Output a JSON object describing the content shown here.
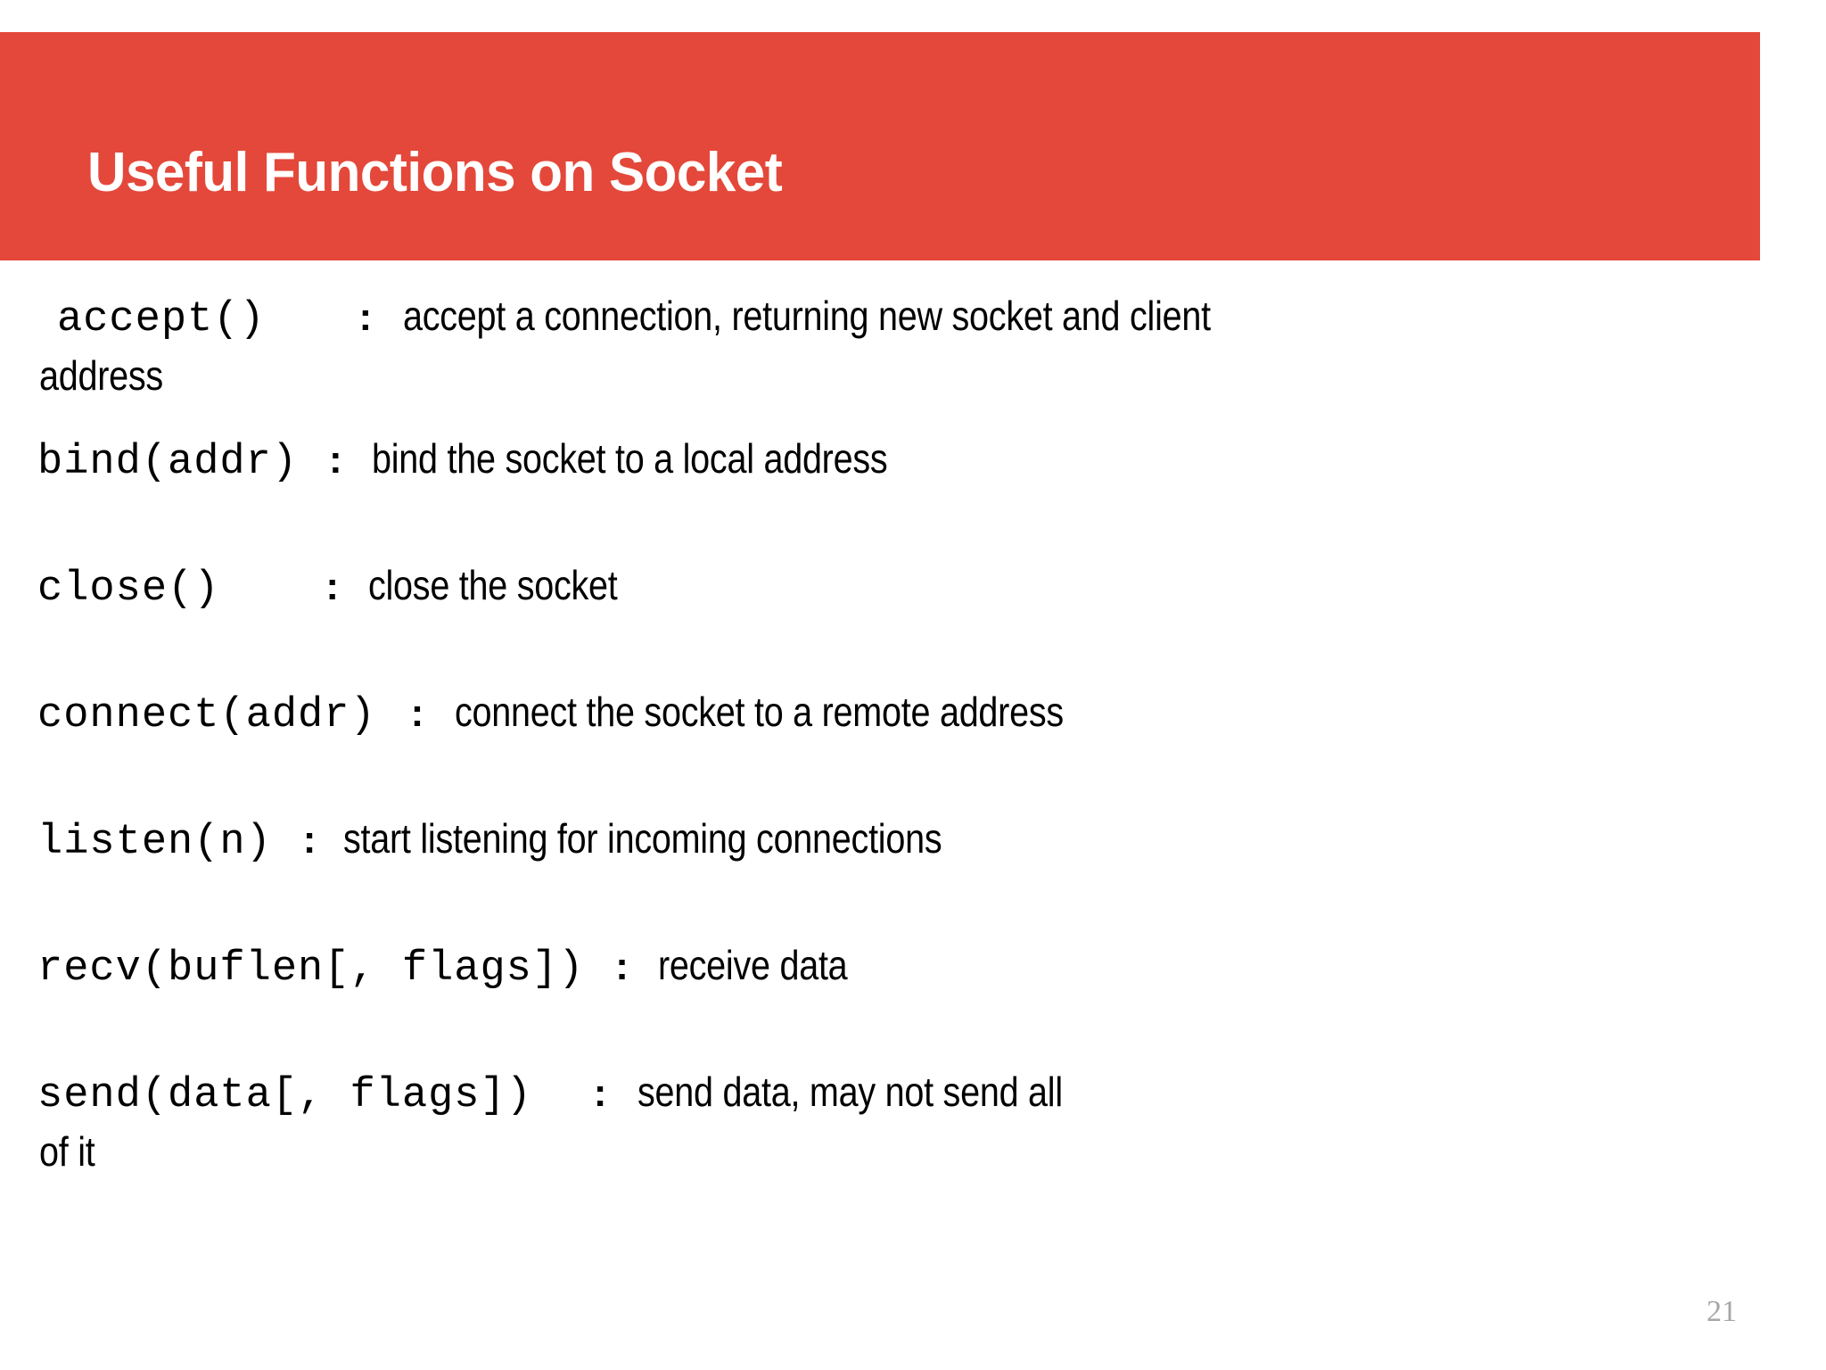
{
  "slide": {
    "title": "Useful Functions on Socket",
    "page_number": "21",
    "accent_color": "#e4483a",
    "title_color": "#ffffff",
    "background_color": "#ffffff",
    "body_text_color": "#000000",
    "page_number_color": "#a6a6a6",
    "separator": ":"
  },
  "functions": [
    {
      "signature": "accept()",
      "separator": ":",
      "description": "accept a connection, returning new socket and client",
      "wrap": "address"
    },
    {
      "signature": "bind(addr)",
      "separator": ":",
      "description": "bind the socket to a local address",
      "wrap": ""
    },
    {
      "signature": "close()",
      "separator": ":",
      "description": "close the socket",
      "wrap": ""
    },
    {
      "signature": "connect(addr)",
      "separator": ":",
      "description": "connect the socket to a remote address",
      "wrap": ""
    },
    {
      "signature": "listen(n)",
      "separator": ":",
      "description": "start listening for incoming connections",
      "wrap": ""
    },
    {
      "signature": "recv(buflen[, flags])",
      "separator": ":",
      "description": "receive data",
      "wrap": ""
    },
    {
      "signature": "send(data[, flags])",
      "separator": ":",
      "description": "send data, may not send all",
      "wrap": "of it"
    }
  ]
}
